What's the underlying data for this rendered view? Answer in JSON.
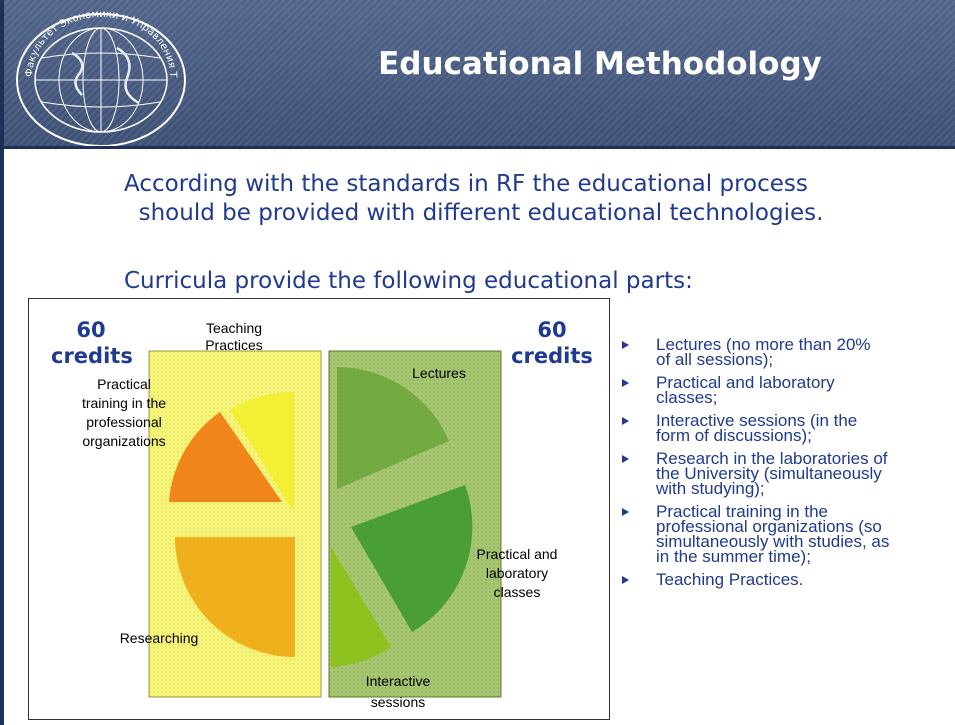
{
  "header": {
    "title": "Educational Methodology",
    "logo_text": "Факультет Экономики и Управления Территориями"
  },
  "intro": {
    "line1": "According with the standards in RF the educational process",
    "line2": "should be provided with different educational technologies.",
    "curricula": "Curricula provide the following educational parts:"
  },
  "diagram": {
    "left_credits": {
      "number": "60",
      "word": "credits"
    },
    "right_credits": {
      "number": "60",
      "word": "credits"
    },
    "labels": {
      "teaching_practices": [
        "Teaching",
        "Practices"
      ],
      "practical_training": [
        "Practical",
        "training in the",
        "professional",
        "organizations"
      ],
      "researching": "Researching",
      "lectures": "Lectures",
      "practical_lab": [
        "Practical and",
        "laboratory",
        "classes"
      ],
      "interactive": [
        "Interactive",
        "sessions"
      ]
    }
  },
  "bullets": [
    [
      "Lectures (no more than 20%",
      "of all sessions);"
    ],
    [
      "Practical and laboratory",
      "classes;"
    ],
    [
      "Interactive sessions (in the",
      "form of discussions);"
    ],
    [
      "Research in the laboratories of",
      "the University (simultaneously",
      "with studying);"
    ],
    [
      "Practical training in the",
      "professional organizations (so",
      "simultaneously with studies, as",
      "in the summer time);"
    ],
    [
      "Teaching Practices."
    ]
  ],
  "colors": {
    "title_text": "#ffffff",
    "body_text": "#1f3a8f",
    "left_panel": "#f3f070",
    "right_panel": "#9fc06a"
  }
}
